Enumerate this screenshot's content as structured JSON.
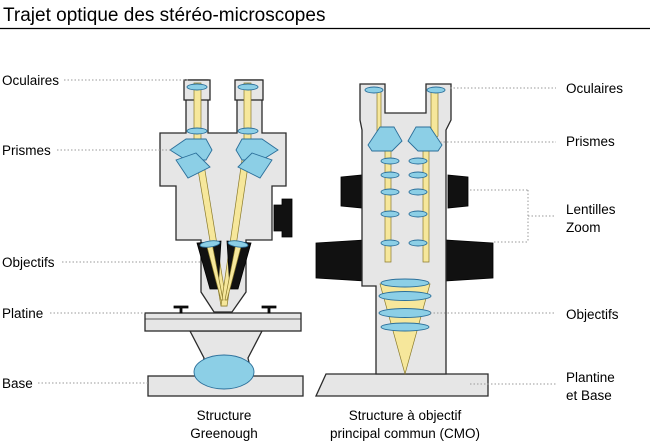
{
  "title": "Trajet optique des stéréo-microscopes",
  "left_labels": [
    "Oculaires",
    "Prismes",
    "Objectifs",
    "Platine",
    "Base"
  ],
  "right_labels": {
    "oculaires": "Oculaires",
    "prismes": "Prismes",
    "lentilles": "Lentilles",
    "zoom": "Zoom",
    "objectifs": "Objectifs",
    "plantine": "Plantine",
    "et_base": "et Base"
  },
  "captions": {
    "greenough_line1": "Structure",
    "greenough_line2": "Greenough",
    "cmo_line1": "Structure à objectif",
    "cmo_line2": "principal commun (CMO)"
  },
  "colors": {
    "body": "#e6e6e6",
    "lens": "#8ccfe6",
    "beam": "#f6e79b",
    "knob": "#111111"
  }
}
